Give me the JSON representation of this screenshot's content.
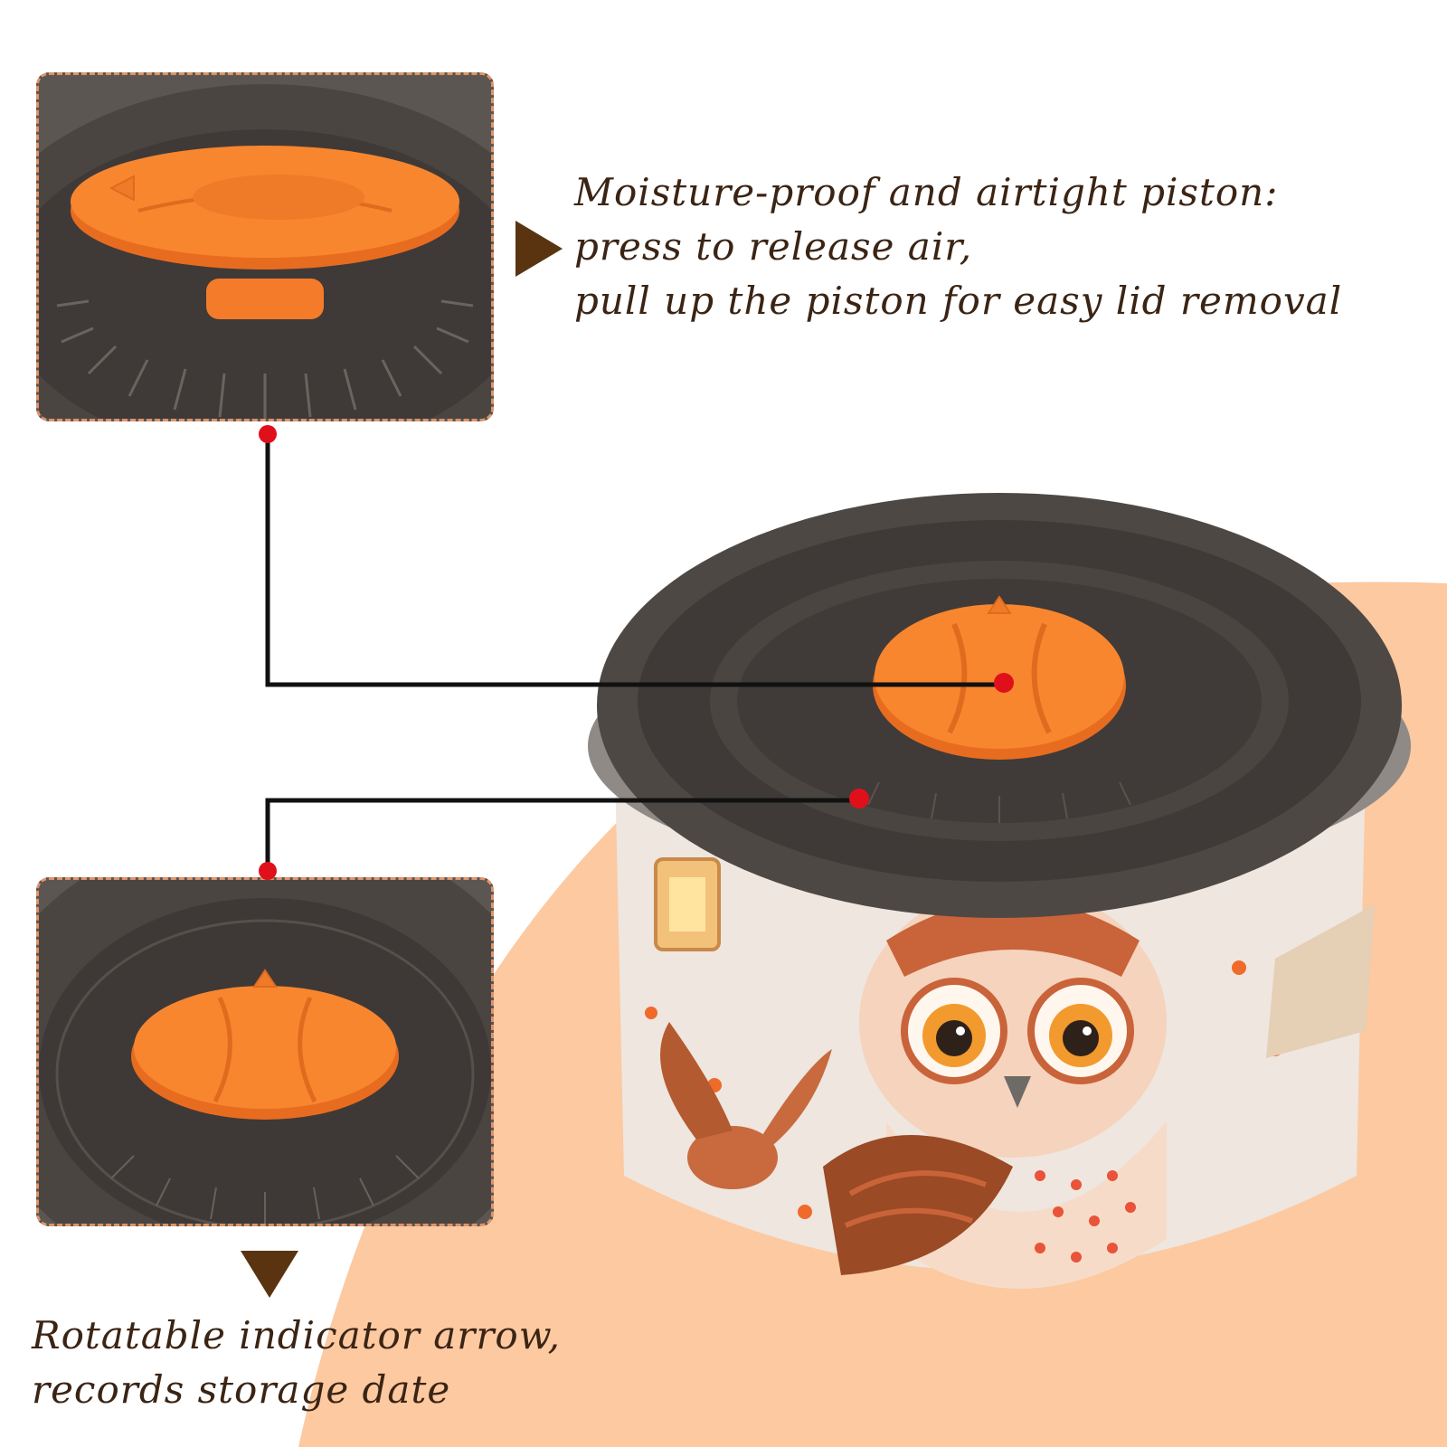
{
  "colors": {
    "accent_orange": "#f47b2a",
    "lid_dark": "#4c4642",
    "peach_background": "#fcc9a1",
    "text_brown": "#3b2414",
    "leader_line": "#111111",
    "marker_dot": "#e0101b",
    "inset_border": "#e0926a"
  },
  "captions": {
    "piston": {
      "lines": [
        "Moisture-proof and airtight piston:",
        "press to release air,",
        "pull up the piston for easy lid removal"
      ]
    },
    "indicator": {
      "lines": [
        "Rotatable indicator arrow,",
        "records storage date"
      ]
    }
  },
  "icons": {
    "piston_pointer": "right-triangle-icon",
    "indicator_pointer": "down-triangle-icon"
  }
}
